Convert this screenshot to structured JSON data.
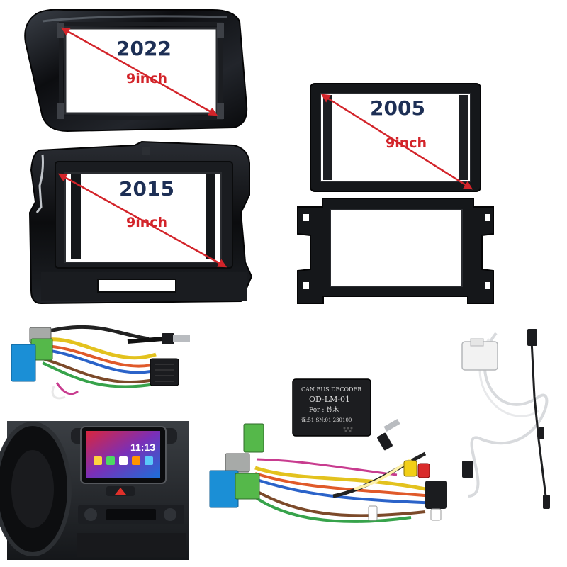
{
  "frames": [
    {
      "year": "2022",
      "size": "9inch"
    },
    {
      "year": "2015",
      "size": "9inch"
    },
    {
      "year": "2005",
      "size": "9inch"
    }
  ],
  "decoder": {
    "line1": "CAN BUS DECODER",
    "line2": "OD-LM-01",
    "line3": "For : 铃木",
    "line4": "译:51   SN:01  230100"
  },
  "screen": {
    "clock": "11:13"
  },
  "colors": {
    "frame": "#16181b",
    "arrow": "#d3242a",
    "year_label": "#1d2f55",
    "connector_blue": "#1b8fd6",
    "connector_green": "#55b84a",
    "connector_grey": "#a7aaa8"
  }
}
